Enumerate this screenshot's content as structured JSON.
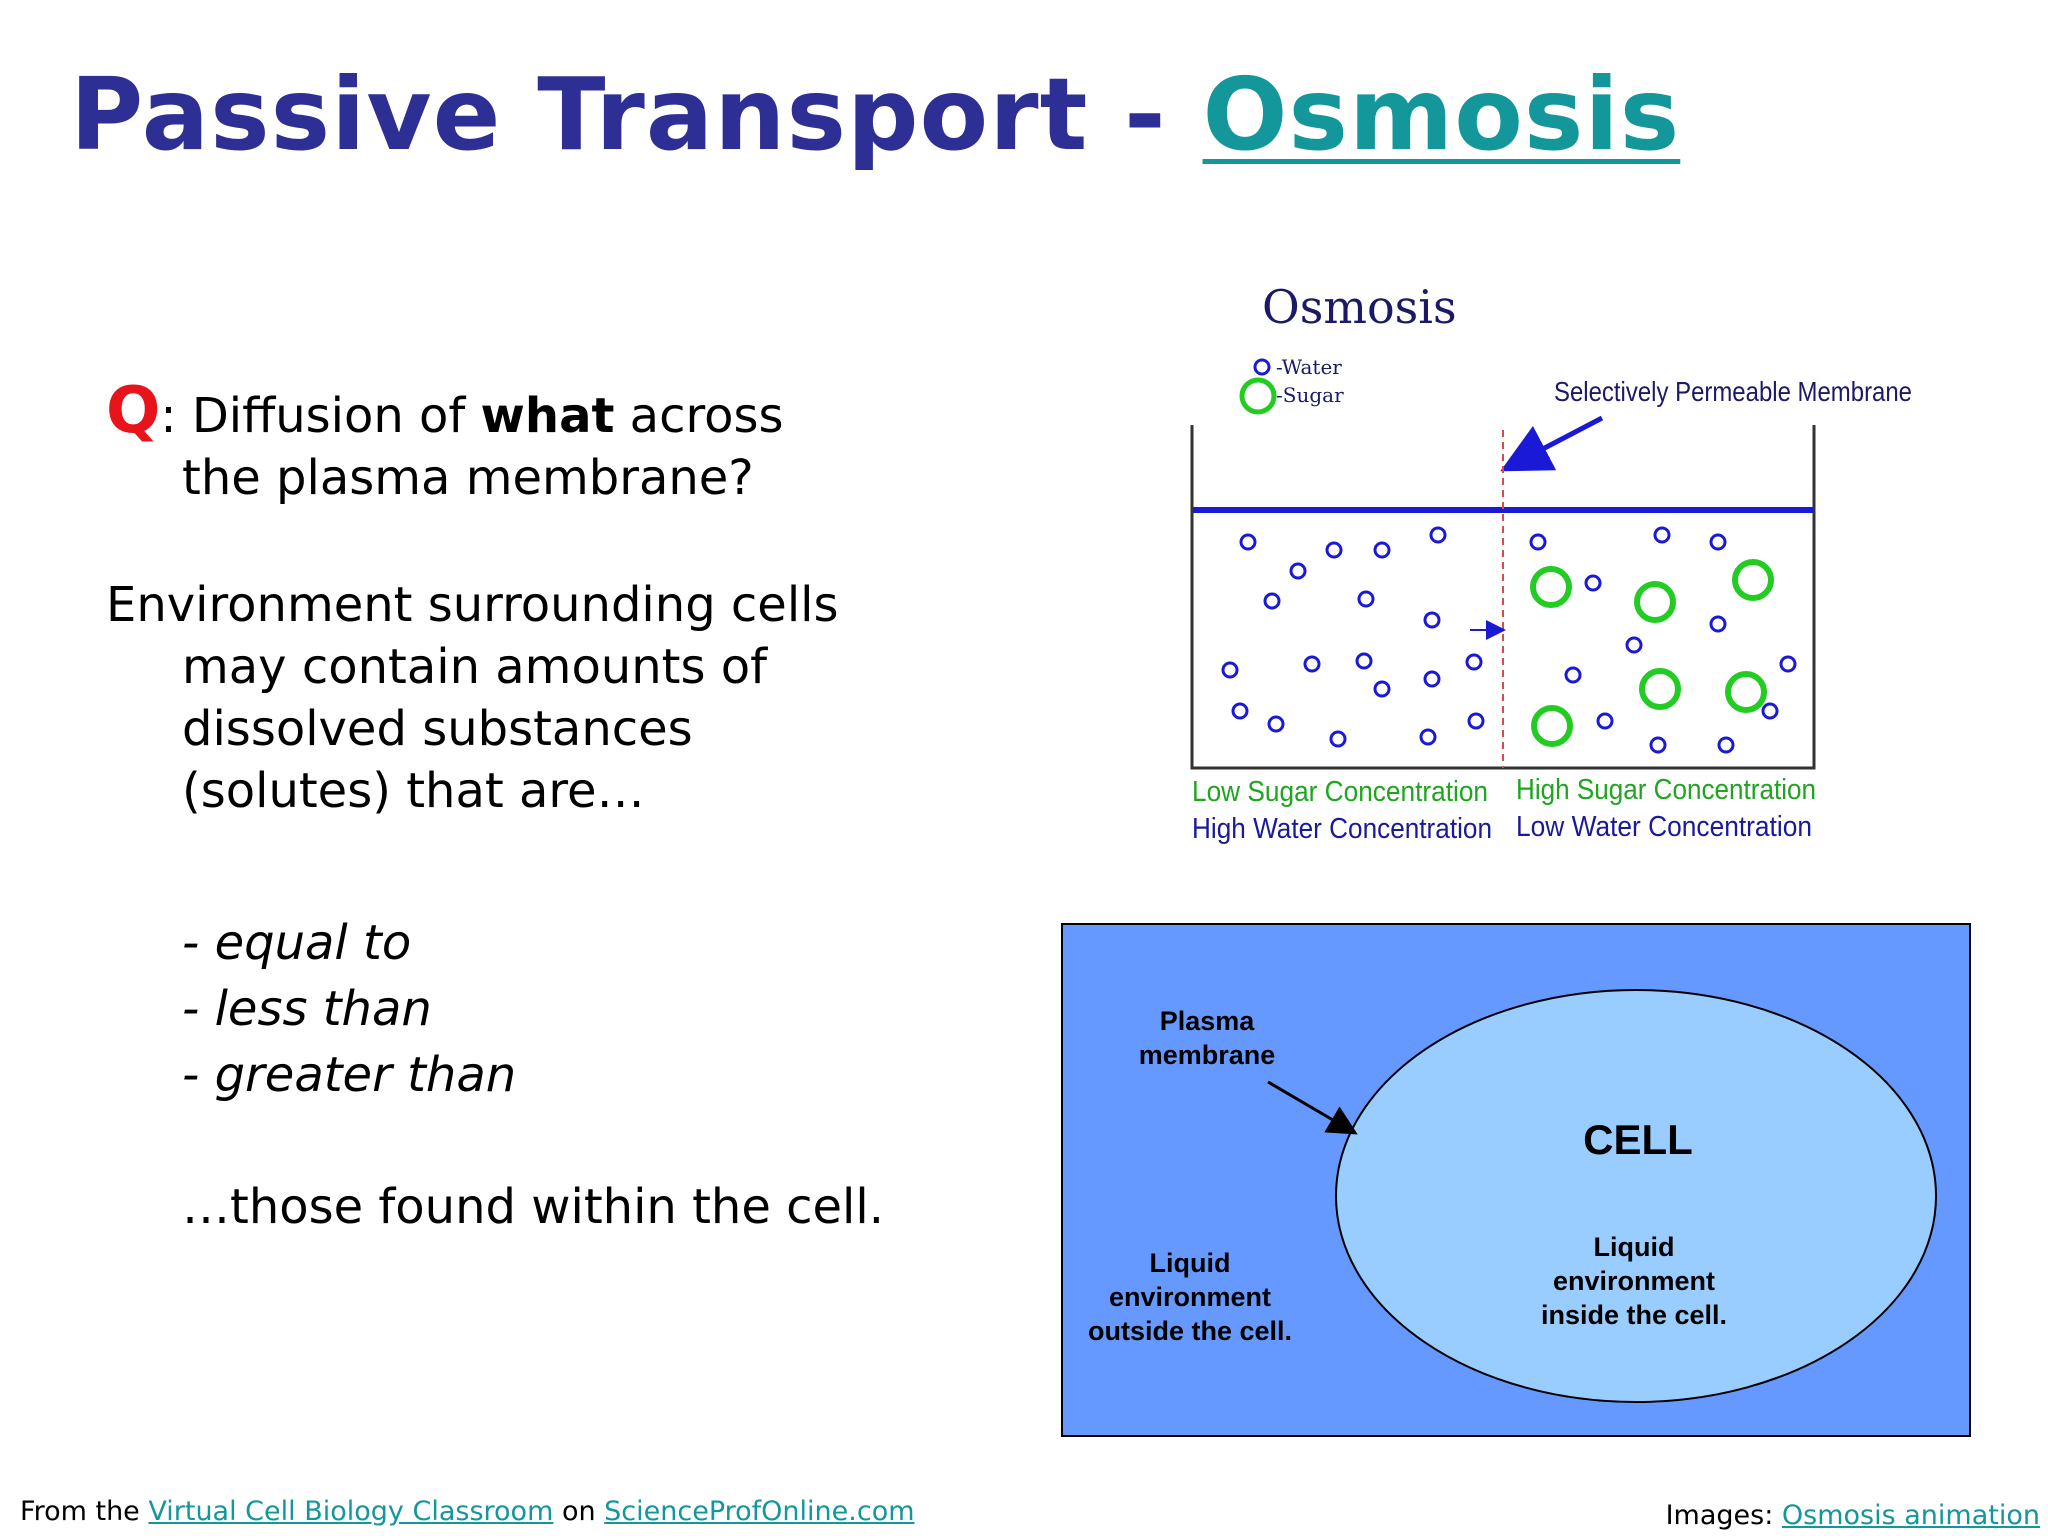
{
  "slide": {
    "title_prefix": "Passive Transport - ",
    "title_link": "Osmosis"
  },
  "question": {
    "q": "Q",
    "colon": ": Diffusion of ",
    "bold": "what",
    "after_bold": " across",
    "line2": "the plasma membrane?"
  },
  "environment": {
    "line1": "Environment surrounding cells",
    "line2": "may contain amounts of",
    "line3": "dissolved substances",
    "line4": "(solutes) that are…"
  },
  "options": [
    "- equal to",
    "- less than",
    "- greater than"
  ],
  "conclusion": "…those found within the cell.",
  "osmosis_diagram": {
    "title": "Osmosis",
    "legend_water": "-Water",
    "legend_sugar": "-Sugar",
    "membrane_label": "Selectively Permeable Membrane",
    "left_label_1": "Low Sugar Concentration",
    "left_label_2": "High Water Concentration",
    "right_label_1": "High Sugar Concentration",
    "right_label_2": "Low Water Concentration",
    "water_color": "#1a1ad6",
    "sugar_color": "#22cc22",
    "label_green": "#1fa51f",
    "label_blue": "#1a1a99"
  },
  "cell_diagram": {
    "plasma_label_1": "Plasma",
    "plasma_label_2": "membrane",
    "cell_label": "CELL",
    "inside_1": "Liquid",
    "inside_2": "environment",
    "inside_3": "inside the cell.",
    "outside_1": "Liquid",
    "outside_2": "environment",
    "outside_3": "outside the cell.",
    "outer_color": "#6699ff",
    "cell_color": "#99ccff"
  },
  "footer": {
    "from_the": "From the ",
    "link1": "Virtual Cell Biology Classroom",
    "on": " on ",
    "link2": "ScienceProfOnline.com",
    "images_label": "Images: ",
    "images_link": "Osmosis animation"
  }
}
